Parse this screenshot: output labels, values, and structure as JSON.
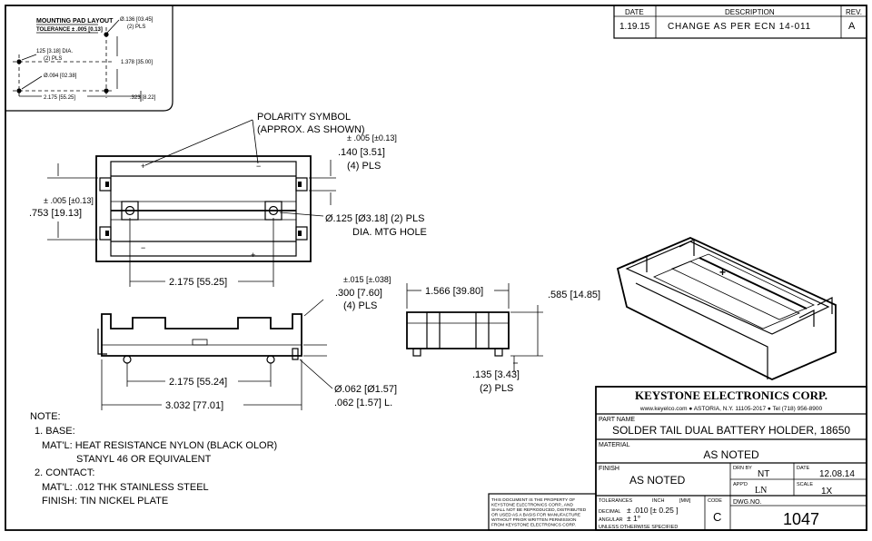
{
  "mounting_pad": {
    "title": "MOUNTING PAD LAYOUT",
    "tolerance": "TOLERANCE ± .005 [0.13]",
    "hole_lg": "Ø.136 [03.45]",
    "hole_lg_qty": "(2) PLS",
    "hole_sm": "125 [3.18] DIA.",
    "hole_sm_qty": "(2) PLS",
    "pad_dia": "Ø.094 [02.38]",
    "dim_vertical": "1.378 [35.00]",
    "dim_horizontal": "2.175 [55.25]",
    "dim_offset": ".323 [8.22]"
  },
  "revision": {
    "headers": [
      "DATE",
      "DESCRIPTION",
      "REV."
    ],
    "date": "1.19.15",
    "description": "CHANGE AS PER ECN 14-011",
    "rev": "A"
  },
  "top_view": {
    "polarity_1": "POLARITY SYMBOL",
    "polarity_2": "(APPROX. AS SHOWN)",
    "tab_tol": "± .005 [±0.13]",
    "tab_w": ".140 [3.51]",
    "tab_qty": "(4) PLS",
    "width_tol": "± .005 [±0.13]",
    "width": ".753 [19.13]",
    "hole_1": "Ø.125 [Ø3.18] (2) PLS",
    "hole_2": "DIA. MTG HOLE",
    "spacing": "2.175 [55.25]"
  },
  "side_view": {
    "pin_tol": "±.015 [±.038]",
    "pin_h": ".300 [7.60]",
    "pin_qty": "(4) PLS",
    "spacing": "2.175 [55.24]",
    "length": "3.032 [77.01]",
    "pin_dia": "Ø.062 [Ø1.57]",
    "pin_len": ".062 [1.57] L."
  },
  "end_view": {
    "width": "1.566 [39.80]",
    "height": ".585 [14.85]",
    "foot": ".135 [3.43]",
    "foot_qty": "(2) PLS"
  },
  "notes": {
    "title": "NOTE:",
    "base": "1. BASE:",
    "base_mat_1": "MAT'L: HEAT RESISTANCE NYLON (BLACK OLOR)",
    "base_mat_2": "STANYL 46 OR EQUIVALENT",
    "contact": "2. CONTACT:",
    "contact_mat": "MAT'L: .012 THK STAINLESS STEEL",
    "contact_finish": "FINISH: TIN NICKEL PLATE"
  },
  "disclaimer": [
    "THIS DOCUMENT IS THE PROPERTY OF",
    "KEYSTONE ELECTRONICS CORP., AND",
    "SHALL NOT BE REPRODUCED, DISTRIBUTED",
    "OR USED AS A BASIS FOR MANUFACTURE",
    "WITHOUT PRIOR WRITTEN PERMISSION",
    "FROM KEYSTONE ELECTRONICS CORP."
  ],
  "title_block": {
    "company": "KEYSTONE ELECTRONICS CORP.",
    "address": "www.keyelco.com ● ASTORIA, N.Y. 11105-2017 ● Tel (718) 956-8900",
    "part_name_label": "PART NAME",
    "part_name": "SOLDER TAIL DUAL BATTERY HOLDER, 18650",
    "material_label": "MATERIAL",
    "material": "AS NOTED",
    "finish_label": "FINISH",
    "finish": "AS NOTED",
    "drn_label": "DRN BY",
    "drn": "NT",
    "date_label": "DATE",
    "date": "12.08.14",
    "appd_label": "APP'D",
    "appd": "LN",
    "scale_label": "SCALE",
    "scale": "1X",
    "tol_label": "TOLERANCES",
    "tol_inch": "INCH",
    "tol_mm": "[MM]",
    "decimal": "DECIMAL",
    "decimal_val": "± .010  [± 0.25 ]",
    "angular": "ANGULAR",
    "angular_val": "± 1°",
    "unless": "UNLESS OTHERWISE SPECIFIED",
    "code_label": "CODE",
    "code": "C",
    "dwg_label": "DWG.NO.",
    "dwg": "1047"
  },
  "iso_view": {
    "polarity_plus": "+"
  }
}
